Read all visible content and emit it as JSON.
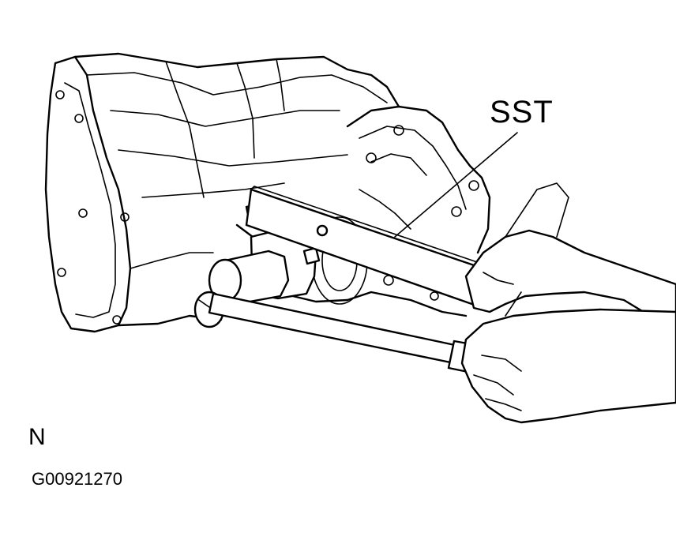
{
  "callouts": {
    "tool_label": "SST",
    "view_letter": "N",
    "figure_code": "G00921270"
  }
}
